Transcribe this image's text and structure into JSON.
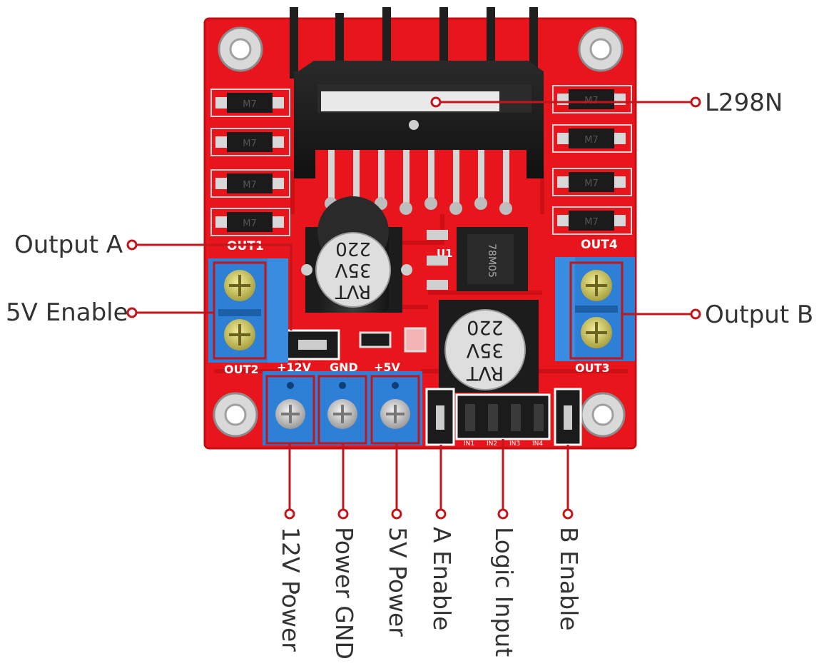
{
  "colors": {
    "pcb": "#e8161c",
    "pcb_dark": "#b80c12",
    "terminal": "#2e7fd6",
    "heatsink": "#1e1e1e",
    "callout": "#c0161c",
    "label_text": "#333333"
  },
  "board": {
    "silkscreen": {
      "out1": "OUT1",
      "out2": "OUT2",
      "out3": "OUT3",
      "out4": "OUT4",
      "v12": "+12V",
      "gnd": "GND",
      "v5": "+5V",
      "u1": "U1",
      "in1": "IN1",
      "in2": "IN2",
      "in3": "IN3",
      "in4": "IN4"
    },
    "diode_mark": "M7",
    "capacitor_text": {
      "line1": "RVT",
      "line2": "35V",
      "line3": "220"
    },
    "regulator_text": "78M05"
  },
  "callouts": {
    "l298n": "L298N",
    "output_a": "Output A",
    "enable_5v": "5V Enable",
    "output_b": "Output B",
    "power_12v": "12V Power",
    "power_gnd": "Power GND",
    "power_5v": "5V Power",
    "enable_a": "A Enable",
    "logic_input": "Logic Input",
    "enable_b": "B Enable"
  }
}
